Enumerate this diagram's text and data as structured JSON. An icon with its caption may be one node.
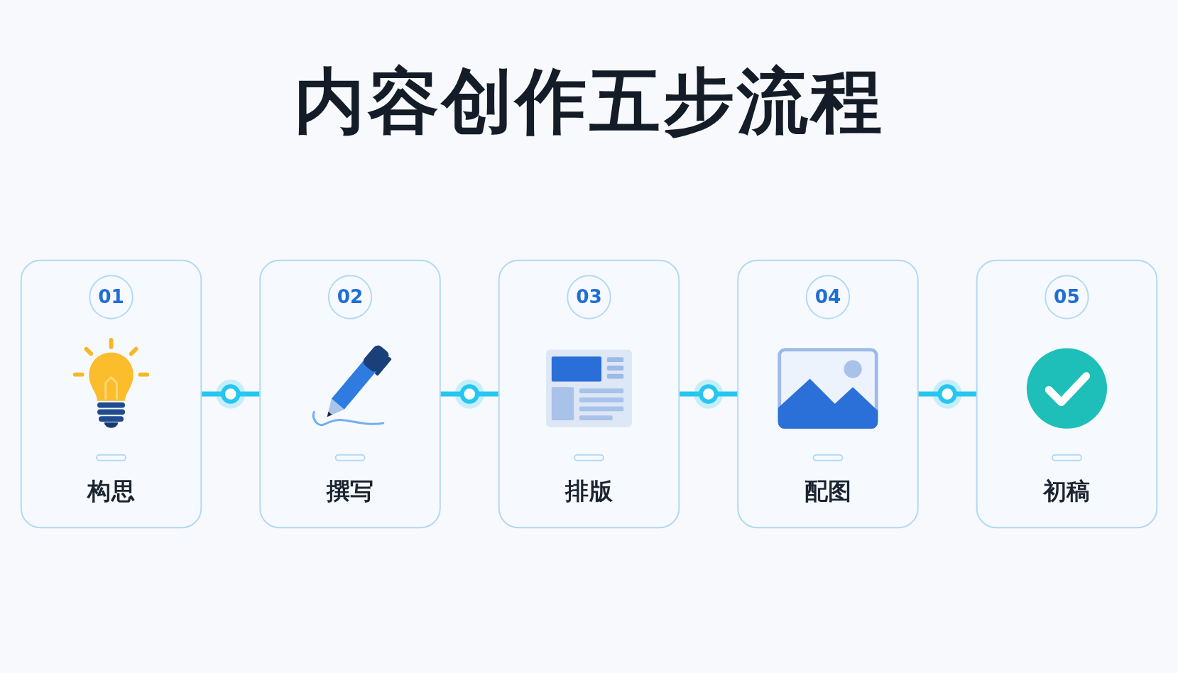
{
  "diagram": {
    "title": "内容创作五步流程",
    "nodes": [
      {
        "text": [
          "01",
          "构思"
        ]
      },
      {
        "text": [
          "02",
          "撰写"
        ]
      },
      {
        "text": [
          "03",
          "排版"
        ]
      },
      {
        "text": [
          "04",
          "配图"
        ]
      },
      {
        "text": [
          "05",
          "初稿"
        ]
      }
    ],
    "edges": [
      {
        "from": 0,
        "to": 1,
        "arrow": "none"
      },
      {
        "from": 1,
        "to": 2,
        "arrow": "none"
      },
      {
        "from": 2,
        "to": 3,
        "arrow": "none"
      },
      {
        "from": 3,
        "to": 4,
        "arrow": "none"
      }
    ]
  }
}
